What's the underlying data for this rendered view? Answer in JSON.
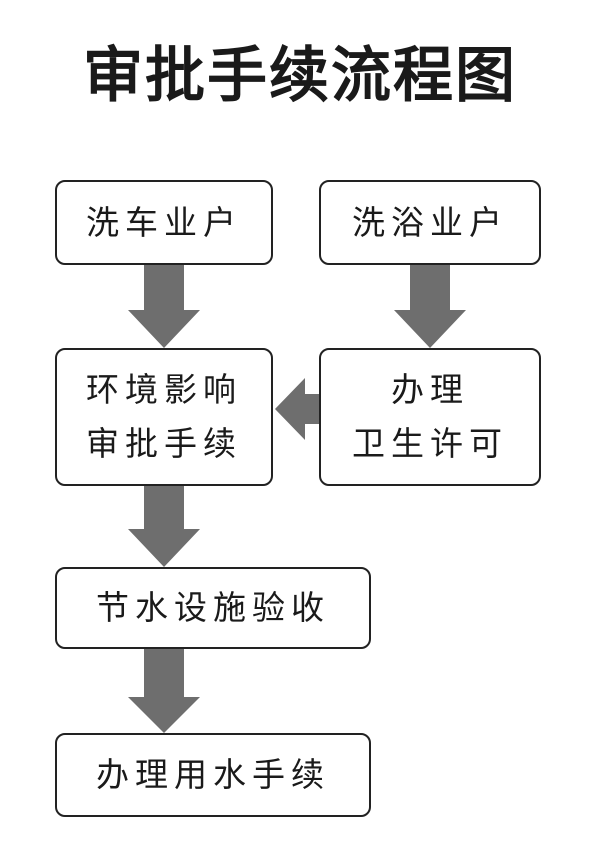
{
  "title": "审批手续流程图",
  "nodes": {
    "car_wash": {
      "label": "洗车业户"
    },
    "bath": {
      "label": "洗浴业户"
    },
    "env_review": {
      "line1": "环境影响",
      "line2": "审批手续"
    },
    "sanitation": {
      "line1": "办理",
      "line2": "卫生许可"
    },
    "water_saving": {
      "label": "节水设施验收"
    },
    "water_use": {
      "label": "办理用水手续"
    }
  },
  "edges": [
    {
      "from": "car_wash",
      "to": "env_review"
    },
    {
      "from": "bath",
      "to": "sanitation"
    },
    {
      "from": "sanitation",
      "to": "env_review"
    },
    {
      "from": "env_review",
      "to": "water_saving"
    },
    {
      "from": "water_saving",
      "to": "water_use"
    }
  ],
  "colors": {
    "arrow": "#6e6e6e",
    "border": "#222222"
  }
}
